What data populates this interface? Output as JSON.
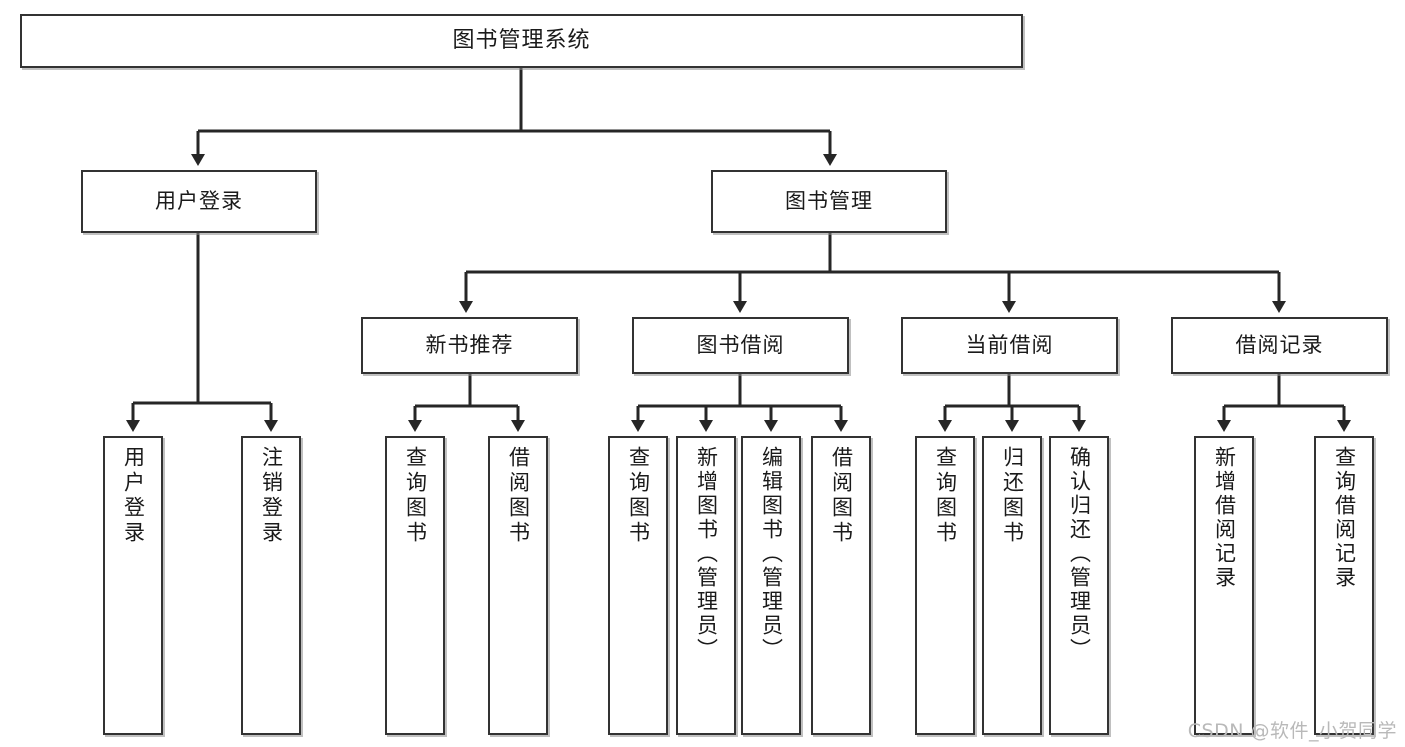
{
  "diagram": {
    "title": "图书管理系统",
    "type": "tree-hierarchy-chart",
    "watermark": "CSDN @软件_小贺同学",
    "colors": {
      "box_border": "#333333",
      "box_fill": "#ffffff",
      "connector": "#262626",
      "text": "#1a1a1a",
      "watermark": "#b9b9b9"
    },
    "levels": {
      "root": {
        "label": "图书管理系统"
      },
      "level2": [
        {
          "id": "user-login",
          "label": "用户登录"
        },
        {
          "id": "book-manage",
          "label": "图书管理"
        }
      ],
      "level3": [
        {
          "id": "new-book-rec",
          "label": "新书推荐"
        },
        {
          "id": "book-borrow",
          "label": "图书借阅"
        },
        {
          "id": "current-borrow",
          "label": "当前借阅"
        },
        {
          "id": "borrow-record",
          "label": "借阅记录"
        }
      ],
      "leaves": {
        "user_login": [
          {
            "id": "leaf-user-login",
            "label": "用户登录"
          },
          {
            "id": "leaf-logout",
            "label": "注销登录"
          }
        ],
        "new_book_rec": [
          {
            "id": "leaf-query-book-1",
            "label": "查询图书"
          },
          {
            "id": "leaf-borrow-book-1",
            "label": "借阅图书"
          }
        ],
        "book_borrow": [
          {
            "id": "leaf-query-book-2",
            "label": "查询图书"
          },
          {
            "id": "leaf-add-book",
            "label": "新增图书（管理员）"
          },
          {
            "id": "leaf-edit-book",
            "label": "编辑图书（管理员）"
          },
          {
            "id": "leaf-borrow-book-2",
            "label": "借阅图书"
          }
        ],
        "current_borrow": [
          {
            "id": "leaf-query-book-3",
            "label": "查询图书"
          },
          {
            "id": "leaf-return-book",
            "label": "归还图书"
          },
          {
            "id": "leaf-confirm-return",
            "label": "确认归还（管理员）"
          }
        ],
        "borrow_record": [
          {
            "id": "leaf-add-record",
            "label": "新增借阅记录"
          },
          {
            "id": "leaf-query-record",
            "label": "查询借阅记录"
          }
        ]
      }
    }
  }
}
